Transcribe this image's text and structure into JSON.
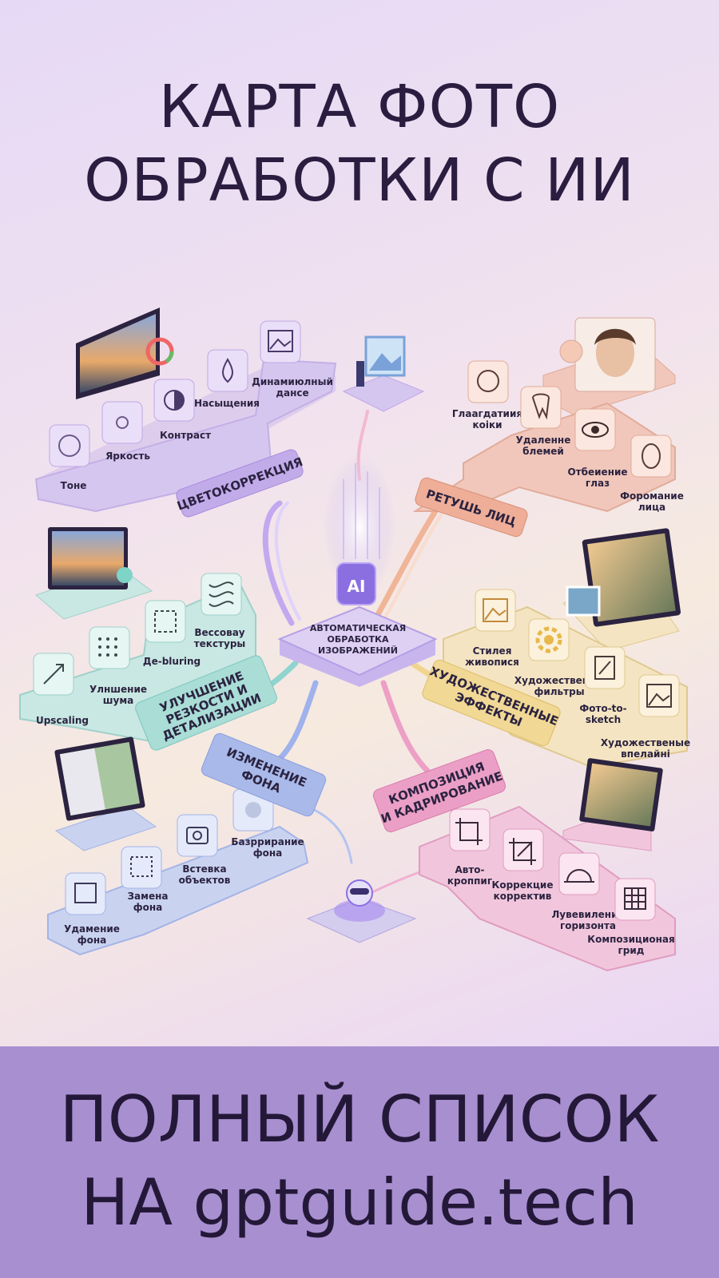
{
  "title": [
    "КАРТА ФОТО",
    "ОБРАБОТКИ С ИИ"
  ],
  "center": {
    "badge": "AI",
    "label": [
      "АВТОМАТИЧЕСКАЯ",
      "ОБРАБОТКА",
      "ИЗОБРАЖЕНИЙ"
    ]
  },
  "branches": {
    "color": {
      "title": "ЦВЕТОКОРРЕКЦИЯ",
      "items": [
        {
          "icon": "palette-icon",
          "label": [
            "Тоне"
          ]
        },
        {
          "icon": "sun-icon",
          "label": [
            "Яркость"
          ]
        },
        {
          "icon": "contrast-icon",
          "label": [
            "Контраст"
          ]
        },
        {
          "icon": "drop-icon",
          "label": [
            "Насыщения"
          ]
        },
        {
          "icon": "image-icon",
          "label": [
            "Динамиюлный",
            "дансе"
          ]
        }
      ]
    },
    "face": {
      "title": "РЕТУШЬ ЛИЦ",
      "items": [
        {
          "icon": "face-icon",
          "label": [
            "Глаагдатиия",
            "коіки"
          ]
        },
        {
          "icon": "tooth-icon",
          "label": [
            "Удаленне",
            "блемей"
          ]
        },
        {
          "icon": "eye-icon",
          "label": [
            "Отбеиение",
            "глаз"
          ]
        },
        {
          "icon": "face-shape-icon",
          "label": [
            "Форомание",
            "лица"
          ]
        }
      ]
    },
    "sharp": {
      "title": [
        "УЛУЧШЕНИЕ",
        "РЕЗКОСТИ И",
        "ДЕТАЛИЗАЦИИ"
      ],
      "items": [
        {
          "icon": "upscale-icon",
          "label": [
            "Upscaling"
          ]
        },
        {
          "icon": "noise-icon",
          "label": [
            "Улншение",
            "шума"
          ]
        },
        {
          "icon": "deblur-icon",
          "label": [
            "Де-bluring"
          ]
        },
        {
          "icon": "texture-icon",
          "label": [
            "Вессовау",
            "текстуры"
          ]
        }
      ]
    },
    "art": {
      "title": [
        "ХУДОЖЕСТВЕННЫЕ",
        "ЭФФЕКТЫ"
      ],
      "items": [
        {
          "icon": "picture-icon",
          "label": [
            "Стилея",
            "живопися"
          ]
        },
        {
          "icon": "flower-icon",
          "label": [
            "Художественые",
            "фильтры"
          ]
        },
        {
          "icon": "sketch-icon",
          "label": [
            "Фото-to-",
            "sketch"
          ]
        },
        {
          "icon": "landscape-icon",
          "label": [
            "Художественые",
            "впелайні"
          ]
        }
      ]
    },
    "bg": {
      "title": [
        "ИЗМЕНЕНИЕ",
        "ФОНА"
      ],
      "items": [
        {
          "icon": "remove-bg-icon",
          "label": [
            "Удамение",
            "фона"
          ]
        },
        {
          "icon": "replace-bg-icon",
          "label": [
            "Замена",
            "фона"
          ]
        },
        {
          "icon": "camera-icon",
          "label": [
            "Встевка",
            "объектов"
          ]
        },
        {
          "icon": "blur-bg-icon",
          "label": [
            "Базррирание",
            "фона"
          ]
        }
      ]
    },
    "comp": {
      "title": [
        "КОМПОЗИЦИЯ",
        "И КАДРИРОВАНИЕ"
      ],
      "items": [
        {
          "icon": "crop-icon",
          "label": [
            "Авто-",
            "кроппиг"
          ]
        },
        {
          "icon": "crop-adjust-icon",
          "label": [
            "Коррекцие",
            "корректив"
          ]
        },
        {
          "icon": "horizon-icon",
          "label": [
            "Лувевиление",
            "горизонта"
          ]
        },
        {
          "icon": "grid-icon",
          "label": [
            "Композиционая",
            "грид"
          ]
        }
      ]
    }
  },
  "colors": {
    "color": "#d5c6ef",
    "face": "#f1c7bb",
    "sharp": "#c9e8e3",
    "art": "#f4e4c2",
    "bg": "#c9d3f0",
    "comp": "#f1c6dc",
    "center": "#ddd0f3",
    "text": "#2b2340"
  },
  "footer": [
    "ПОЛНЫЙ СПИСОК",
    "НА gptguide.tech"
  ]
}
